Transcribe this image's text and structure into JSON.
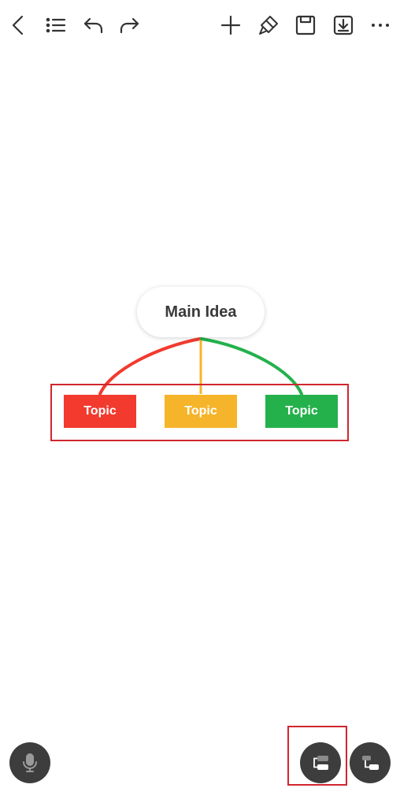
{
  "toolbar": {
    "icons": [
      "back-icon",
      "outline-list-icon",
      "undo-icon",
      "redo-icon",
      "add-icon",
      "format-brush-icon",
      "save-icon",
      "export-icon",
      "more-icon"
    ]
  },
  "mindmap": {
    "main_idea": "Main Idea",
    "topics": [
      {
        "label": "Topic",
        "color": "#f23a2f"
      },
      {
        "label": "Topic",
        "color": "#f5b42a"
      },
      {
        "label": "Topic",
        "color": "#24b14c"
      }
    ]
  },
  "bottom_bar": {
    "icons": [
      "microphone-icon",
      "layout-structure-icon",
      "layout-tree-icon"
    ]
  },
  "colors": {
    "fab_background": "#3d3d3d",
    "highlight": "#d0262e"
  }
}
